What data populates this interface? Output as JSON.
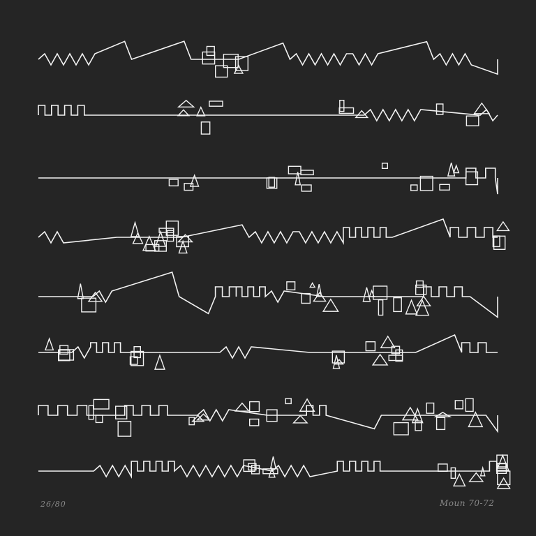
{
  "artwork": {
    "background": "#252525",
    "line_color": "#f2f2f2",
    "row_count": 8
  },
  "edition": "26/80",
  "signature": "Moun 70-72"
}
